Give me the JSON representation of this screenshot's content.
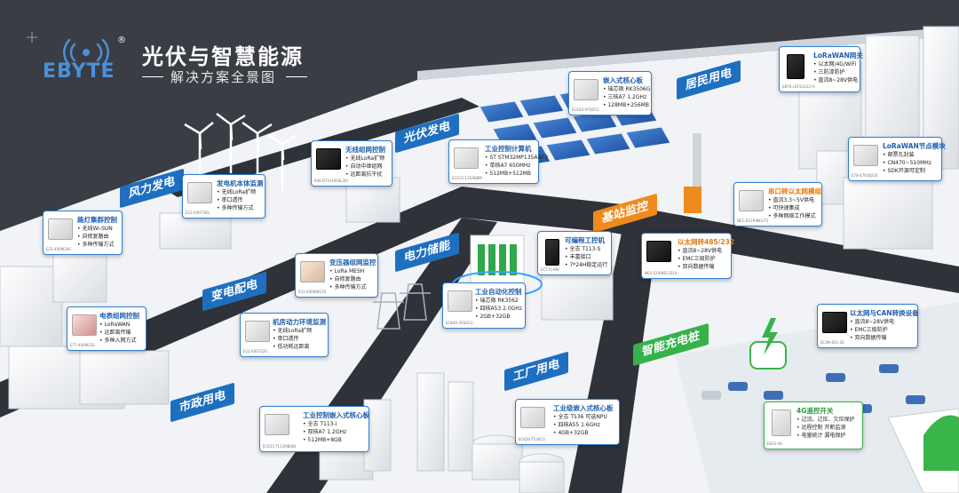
{
  "brand": {
    "name": "EBYTE",
    "reg": "®"
  },
  "header": {
    "title": "光伏与智慧能源",
    "subtitle": "解决方案全景图"
  },
  "colors": {
    "background": "#3a3d44",
    "primary_blue": "#1e6fc0",
    "orange": "#f08a1c",
    "green": "#35b24a",
    "card_border": "#2f7fd1"
  },
  "zones": [
    {
      "label": "风力发电",
      "color": "blue"
    },
    {
      "label": "光伏发电",
      "color": "blue"
    },
    {
      "label": "居民用电",
      "color": "blue"
    },
    {
      "label": "基站监控",
      "color": "orange"
    },
    {
      "label": "电力储能",
      "color": "blue"
    },
    {
      "label": "变电配电",
      "color": "blue"
    },
    {
      "label": "工厂用电",
      "color": "blue"
    },
    {
      "label": "市政用电",
      "color": "blue"
    },
    {
      "label": "智能充电桩",
      "color": "green"
    }
  ],
  "cards": {
    "street_light": {
      "title": "路灯集群控制",
      "model": "E21-400M30S",
      "items": [
        "无线Wi-SUN",
        "自修复路由",
        "多种传输方式"
      ]
    },
    "generator": {
      "title": "发电机本体监测",
      "model": "E22-400T30S",
      "items": [
        "无线LoRa扩频",
        "串口透传",
        "多种传输方式"
      ]
    },
    "wireless_network": {
      "title": "无线组网控制",
      "model": "E90-DTU(400SL30)",
      "items": [
        "无线LoRa扩频",
        "自动中继组网",
        "远距离抗干扰"
      ]
    },
    "industrial_pc": {
      "title": "工业控制计算机",
      "model": "ECK15-135ABBM",
      "items": [
        "ST STM32MP135AAF3",
        "单核A7 650MHz",
        "512MB+512MB"
      ]
    },
    "embedded_core": {
      "title": "嵌入式核心板",
      "model": "ECK20-6Y56CG",
      "items": [
        "瑞芯微 RK3506G",
        "三核A7 1.2GHz",
        "128MB+256MB"
      ]
    },
    "lorawan_gateway": {
      "title": "LoRaWAN网关",
      "model": "E870-L915LG12-O",
      "items": [
        "以太网/4G/WiFi",
        "三防漆防护",
        "直流8~28V供电"
      ]
    },
    "lorawan_node": {
      "title": "LoRaWAN节点模块",
      "model": "E78-470LN22S",
      "items": [
        "邮票孔封装",
        "CN470~510MHz",
        "SDK开源可定制"
      ]
    },
    "serial_wireless": {
      "title": "串口转以太网模组",
      "model": "NE2-D11P/NE2-T1",
      "items": [
        "直流3.3~5V供电",
        "可快速集成",
        "多种网络工作模式"
      ]
    },
    "plc": {
      "title": "可编程工控机",
      "model": "ECT15-BW",
      "items": [
        "全志 T113-S",
        "丰富接口",
        "7*24H稳定运行"
      ]
    },
    "ethernet485": {
      "title": "以太网转485/232",
      "model": "NE4-120/NE2-D14",
      "items": [
        "直流8~28V供电",
        "EMC三级防护",
        "双向数据传输"
      ]
    },
    "substation_network": {
      "title": "变压器组网监控",
      "model": "E52-400NW22S",
      "items": [
        "LoRa MESH",
        "自修复路由",
        "多种传输方式"
      ]
    },
    "industrial_auto": {
      "title": "工业自动化控制",
      "model": "ECK40-3562CG",
      "items": [
        "瑞芯微 RK3562",
        "四核A53 2.0GHz",
        "2GB+32GB"
      ]
    },
    "machine_room": {
      "title": "机房动力环境监测",
      "model": "E22-400T22S",
      "items": [
        "无线LoRa扩频",
        "串口透传",
        "低功耗远距离"
      ]
    },
    "meter_network": {
      "title": "电表组网控制",
      "model": "E77-400M22S",
      "items": [
        "LoRaWAN",
        "远距离传输",
        "多种入网方式"
      ]
    },
    "can_device": {
      "title": "以太网与CAN转换设备",
      "model": "ECAN-E01-2E",
      "items": [
        "直流8~28V供电",
        "EMC三级防护",
        "双向数据传输"
      ]
    },
    "industrial_embedded": {
      "title": "工业控制嵌入式核心板",
      "model": "ECK15-T113MBABI",
      "items": [
        "全志 T113-i",
        "双核A7 1.2GHz",
        "512MB+8GB"
      ]
    },
    "industrial_core": {
      "title": "工业级嵌入式核心板",
      "model": "ECK20-T536CG",
      "items": [
        "全志 T536 可选NPU",
        "四核A55 1.6GHz",
        "4GB+32GB"
      ]
    },
    "switch_4g": {
      "title": "4G遥控开关",
      "model": "E831-4G",
      "items": [
        "过流、过压、欠压保护",
        "远程控制 开断监测",
        "电量统计 漏电保护"
      ]
    }
  }
}
